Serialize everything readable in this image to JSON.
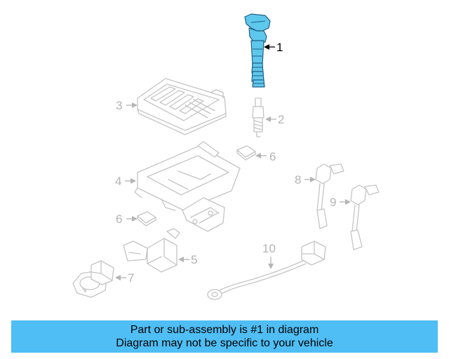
{
  "callouts": {
    "c1": "1",
    "c2": "2",
    "c3": "3",
    "c4": "4",
    "c5": "5",
    "c6a": "6",
    "c6b": "6",
    "c7": "7",
    "c8": "8",
    "c9": "9",
    "c10": "10"
  },
  "highlight_color": "#5ec8ec",
  "banner": {
    "line1": "Part or sub-assembly is #1 in diagram",
    "line2": "Diagram may not be specific to your vehicle",
    "color": "#4fbef4"
  }
}
